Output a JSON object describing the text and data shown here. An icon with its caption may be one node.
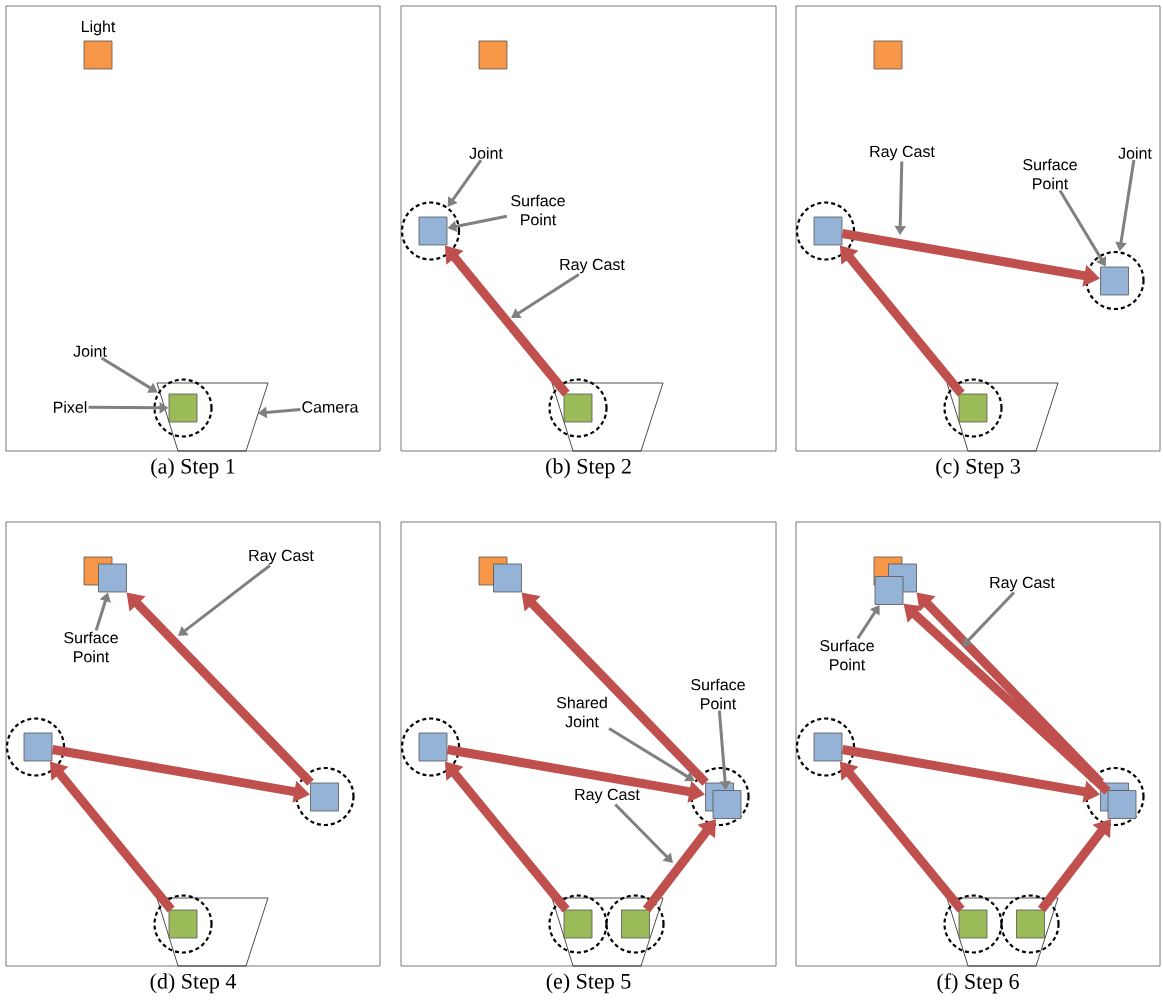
{
  "diagram": {
    "nodes": [
      {
        "text": [
          "(a) Step 1"
        ]
      },
      {
        "text": [],
        "shape": "box",
        "in": 0,
        "beside": [
          "Light"
        ]
      },
      {
        "text": [],
        "shape": "trapezoid",
        "in": 0
      },
      {
        "text": [],
        "shape": "circle",
        "in": 2
      },
      {
        "text": [],
        "shape": "box",
        "in": 3
      },
      {
        "text": [
          "Joint"
        ],
        "in": 0
      },
      {
        "text": [
          "Pixel"
        ],
        "in": 0
      },
      {
        "text": [
          "Camera"
        ],
        "in": 0
      },
      {
        "text": [
          "(b) Step 2"
        ]
      },
      {
        "text": [],
        "shape": "box",
        "in": 8
      },
      {
        "text": [],
        "shape": "trapezoid",
        "in": 8
      },
      {
        "text": [],
        "shape": "circle",
        "in": 10
      },
      {
        "text": [],
        "shape": "box",
        "in": 11
      },
      {
        "text": [],
        "shape": "circle",
        "in": 8
      },
      {
        "text": [],
        "shape": "box",
        "in": 13
      },
      {
        "text": [
          "Joint"
        ],
        "in": 8
      },
      {
        "text": [
          "Surface Point"
        ],
        "in": 8
      },
      {
        "text": [
          "Ray Cast"
        ],
        "in": 8
      },
      {
        "text": [
          "(c) Step 3"
        ]
      },
      {
        "text": [],
        "shape": "box",
        "in": 18
      },
      {
        "text": [],
        "shape": "trapezoid",
        "in": 18
      },
      {
        "text": [],
        "shape": "circle",
        "in": 20
      },
      {
        "text": [],
        "shape": "box",
        "in": 21
      },
      {
        "text": [],
        "shape": "circle",
        "in": 18
      },
      {
        "text": [],
        "shape": "box",
        "in": 23
      },
      {
        "text": [],
        "shape": "circle",
        "in": 18
      },
      {
        "text": [],
        "shape": "box",
        "in": 25
      },
      {
        "text": [
          "Ray Cast"
        ],
        "in": 18
      },
      {
        "text": [
          "Surface Point"
        ],
        "in": 18
      },
      {
        "text": [
          "Joint"
        ],
        "in": 18
      },
      {
        "text": [
          "(d) Step 4"
        ]
      },
      {
        "text": [],
        "shape": "box",
        "in": 30
      },
      {
        "text": [],
        "shape": "box",
        "in": 30
      },
      {
        "text": [],
        "shape": "trapezoid",
        "in": 30
      },
      {
        "text": [],
        "shape": "circle",
        "in": 33
      },
      {
        "text": [],
        "shape": "box",
        "in": 34
      },
      {
        "text": [],
        "shape": "circle",
        "in": 30
      },
      {
        "text": [],
        "shape": "box",
        "in": 36
      },
      {
        "text": [],
        "shape": "circle",
        "in": 30
      },
      {
        "text": [],
        "shape": "box",
        "in": 38
      },
      {
        "text": [
          "Ray Cast"
        ],
        "in": 30
      },
      {
        "text": [
          "Surface Point"
        ],
        "in": 30
      },
      {
        "text": [
          "(e) Step 5"
        ]
      },
      {
        "text": [],
        "shape": "box",
        "in": 42
      },
      {
        "text": [],
        "shape": "box",
        "in": 42
      },
      {
        "text": [],
        "shape": "circle",
        "in": 42
      },
      {
        "text": [],
        "shape": "box",
        "in": 45
      },
      {
        "text": [],
        "shape": "box",
        "in": 45
      },
      {
        "text": [],
        "shape": "circle",
        "in": 42
      },
      {
        "text": [],
        "shape": "box",
        "in": 48
      },
      {
        "text": [],
        "shape": "trapezoid",
        "in": 42
      },
      {
        "text": [],
        "shape": "circle",
        "in": 50
      },
      {
        "text": [],
        "shape": "box",
        "in": 51
      },
      {
        "text": [],
        "shape": "circle",
        "in": 50
      },
      {
        "text": [],
        "shape": "box",
        "in": 53
      },
      {
        "text": [
          "Shared Joint"
        ],
        "in": 42
      },
      {
        "text": [
          "Surface Point"
        ],
        "in": 42
      },
      {
        "text": [
          "Ray Cast"
        ],
        "in": 42
      },
      {
        "text": [
          "(f) Step 6"
        ]
      },
      {
        "text": [],
        "shape": "box",
        "in": 58
      },
      {
        "text": [],
        "shape": "box",
        "in": 58
      },
      {
        "text": [],
        "shape": "box",
        "in": 58
      },
      {
        "text": [],
        "shape": "circle",
        "in": 58
      },
      {
        "text": [],
        "shape": "box",
        "in": 62
      },
      {
        "text": [],
        "shape": "box",
        "in": 62
      },
      {
        "text": [],
        "shape": "circle",
        "in": 58
      },
      {
        "text": [],
        "shape": "box",
        "in": 65
      },
      {
        "text": [],
        "shape": "trapezoid",
        "in": 58
      },
      {
        "text": [],
        "shape": "circle",
        "in": 67
      },
      {
        "text": [],
        "shape": "box",
        "in": 68
      },
      {
        "text": [],
        "shape": "circle",
        "in": 67
      },
      {
        "text": [],
        "shape": "box",
        "in": 70
      },
      {
        "text": [
          "Ray Cast"
        ],
        "in": 58
      },
      {
        "text": [
          "Surface Point"
        ],
        "in": 58
      }
    ],
    "edges": [
      {
        "from": 5,
        "to": 3,
        "arrow": "to",
        "color": "#808080"
      },
      {
        "from": 6,
        "to": 4,
        "arrow": "to",
        "color": "#808080"
      },
      {
        "from": 7,
        "to": 2,
        "arrow": "to",
        "color": "#808080"
      },
      {
        "from": 12,
        "to": 14,
        "arrow": "to",
        "style": "thick"
      },
      {
        "from": 15,
        "to": 13,
        "arrow": "to",
        "color": "#808080"
      },
      {
        "from": 16,
        "to": 14,
        "arrow": "to",
        "color": "#808080"
      },
      {
        "from": 17,
        "to": null,
        "arrow": "to",
        "color": "#808080"
      },
      {
        "from": 22,
        "to": 24,
        "arrow": "to",
        "style": "thick"
      },
      {
        "from": 24,
        "to": 26,
        "arrow": "to",
        "style": "thick"
      },
      {
        "from": 27,
        "to": null,
        "arrow": "to",
        "color": "#808080"
      },
      {
        "from": 28,
        "to": 26,
        "arrow": "to",
        "color": "#808080"
      },
      {
        "from": 29,
        "to": 25,
        "arrow": "to",
        "color": "#808080"
      },
      {
        "from": 35,
        "to": 37,
        "arrow": "to",
        "style": "thick"
      },
      {
        "from": 37,
        "to": 39,
        "arrow": "to",
        "style": "thick"
      },
      {
        "from": 39,
        "to": 32,
        "arrow": "to",
        "style": "thick"
      },
      {
        "from": 40,
        "to": null,
        "arrow": "to",
        "color": "#808080"
      },
      {
        "from": 41,
        "to": 32,
        "arrow": "to",
        "color": "#808080"
      },
      {
        "from": 52,
        "to": 49,
        "arrow": "to",
        "style": "thick"
      },
      {
        "from": 49,
        "to": 46,
        "arrow": "to",
        "style": "thick"
      },
      {
        "from": 46,
        "to": 44,
        "arrow": "to",
        "style": "thick"
      },
      {
        "from": 54,
        "to": 47,
        "arrow": "to",
        "style": "thick"
      },
      {
        "from": 55,
        "to": 45,
        "arrow": "to",
        "color": "#808080"
      },
      {
        "from": 56,
        "to": 47,
        "arrow": "to",
        "color": "#808080"
      },
      {
        "from": 57,
        "to": null,
        "arrow": "to",
        "color": "#808080"
      },
      {
        "from": 69,
        "to": 66,
        "arrow": "to",
        "style": "thick"
      },
      {
        "from": 66,
        "to": 63,
        "arrow": "to",
        "style": "thick"
      },
      {
        "from": 63,
        "to": 60,
        "arrow": "to",
        "style": "thick"
      },
      {
        "from": 71,
        "to": 64,
        "arrow": "to",
        "style": "thick"
      },
      {
        "from": 64,
        "to": 61,
        "arrow": "to",
        "style": "thick"
      },
      {
        "from": 72,
        "to": null,
        "arrow": "to",
        "color": "#808080"
      },
      {
        "from": 73,
        "to": 61,
        "arrow": "to",
        "color": "#808080"
      }
    ]
  }
}
